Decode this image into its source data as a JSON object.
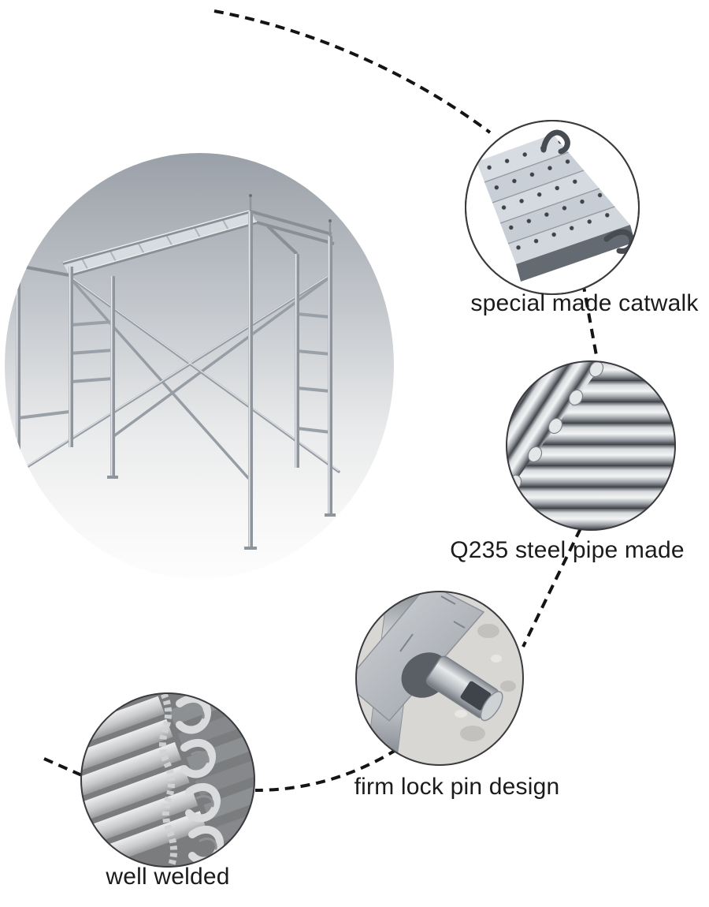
{
  "figure": {
    "kind": "product-feature-callout-diagram",
    "subject": "steel H-frame scaffolding"
  },
  "callouts": [
    {
      "id": "catwalk",
      "label": "special made catwalk"
    },
    {
      "id": "steel-pipe",
      "label": "Q235 steel pipe made"
    },
    {
      "id": "lock-pin",
      "label": "firm lock pin design"
    },
    {
      "id": "welding",
      "label": "well welded"
    }
  ],
  "colors": {
    "background": "#ffffff",
    "label_text": "#1b1b1b",
    "dashed_line": "#141414",
    "callout_border": "#3a3a3f",
    "main_circle_top": "#9aa0a8",
    "main_circle_bottom": "#fdfdfd",
    "steel_highlight": "#e8eaec",
    "steel_mid": "#b8bcc2",
    "steel_dark": "#55585e"
  }
}
